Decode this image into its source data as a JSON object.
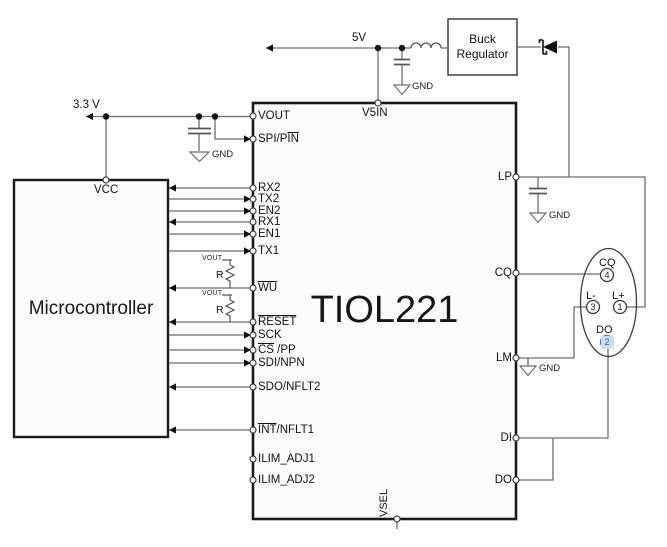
{
  "title": "TIOL221",
  "microcontroller": {
    "label": "Microcontroller",
    "vcc_pin": "VCC"
  },
  "buck_regulator": {
    "line1": "Buck",
    "line2": "Regulator"
  },
  "supplies": {
    "v5": "5V",
    "v33": "3.3 V",
    "gnd": "GND"
  },
  "pullups": {
    "rail_label": "VOUT",
    "resistor_label": "R"
  },
  "tiol221": {
    "part_number": "TIOL221",
    "top_pin": "V5IN",
    "bottom_pin": "VSEL",
    "left_pins": [
      {
        "pre": "VOUT",
        "over": "",
        "post": ""
      },
      {
        "pre": "SPI/P",
        "over": "IN",
        "post": ""
      },
      {
        "pre": "RX2",
        "over": "",
        "post": ""
      },
      {
        "pre": "TX2",
        "over": "",
        "post": ""
      },
      {
        "pre": "EN2",
        "over": "",
        "post": ""
      },
      {
        "pre": "RX1",
        "over": "",
        "post": ""
      },
      {
        "pre": "EN1",
        "over": "",
        "post": ""
      },
      {
        "pre": "TX1",
        "over": "",
        "post": ""
      },
      {
        "pre": "",
        "over": "WU",
        "post": ""
      },
      {
        "pre": "",
        "over": "RESET",
        "post": ""
      },
      {
        "pre": "SCK",
        "over": "",
        "post": ""
      },
      {
        "pre": "",
        "over": "CS",
        "post": " /PP"
      },
      {
        "pre": "SDI/NPN",
        "over": "",
        "post": ""
      },
      {
        "pre": "SDO/NFLT2",
        "over": "",
        "post": ""
      },
      {
        "pre": "",
        "over": "INT",
        "post": "/NFLT1"
      },
      {
        "pre": "ILIM_ADJ1",
        "over": "",
        "post": ""
      },
      {
        "pre": "ILIM_ADJ2",
        "over": "",
        "post": ""
      }
    ],
    "right_pins": [
      "LP",
      "CQ",
      "LM",
      "DI",
      "DO"
    ]
  },
  "connector": {
    "pins": [
      {
        "label": "CQ",
        "number": "4"
      },
      {
        "label": "L-",
        "number": "3"
      },
      {
        "label": "L+",
        "number": "1"
      },
      {
        "label": "DO",
        "number": "2"
      }
    ]
  },
  "colors": {
    "wire": "#6e6e6e",
    "box_border": "#1a1a1a",
    "pin2_blue": "#2e5da8",
    "pin2_bg": "#cfdcf0"
  }
}
